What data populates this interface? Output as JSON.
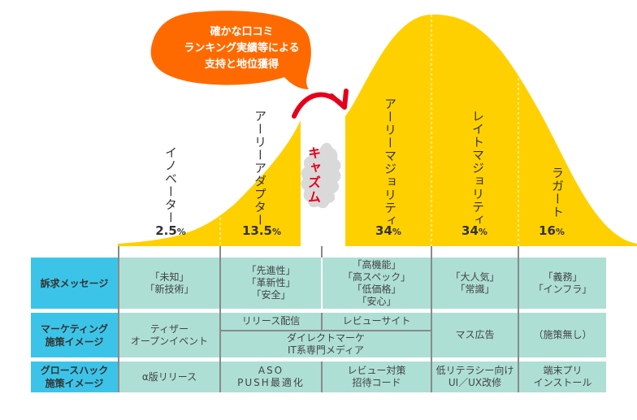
{
  "bubble": {
    "lines": [
      "確かな口コミ",
      "ランキング実績等による",
      "支持と地位獲得"
    ]
  },
  "chasm_label": "キャズム",
  "segments": [
    {
      "name": "イノベーター",
      "percent": "2.5",
      "unit": "%"
    },
    {
      "name": "アーリーアダプター",
      "percent": "13.5",
      "unit": "%"
    },
    {
      "name": "アーリーマジョリティ",
      "percent": "34",
      "unit": "%"
    },
    {
      "name": "レイトマジョリティ",
      "percent": "34",
      "unit": "%"
    },
    {
      "name": "ラガート",
      "percent": "16",
      "unit": "%"
    }
  ],
  "colors": {
    "curve": "#ffd000",
    "bubble": "#ff6a00",
    "arrow": "#e5001b",
    "header": "#3cc4e8",
    "cell": "#addfd5",
    "chasm_bg": "#d9d9d9"
  },
  "table": {
    "rows": [
      {
        "header": [
          "訴求メッセージ"
        ],
        "cells": [
          [
            "「未知」",
            "「新技術」"
          ],
          [
            "「先進性」",
            "「革新性」",
            "「安全」"
          ],
          [
            "「高機能」",
            "「高スペック」",
            "「低価格」",
            "「安心」"
          ],
          [
            "「大人気」",
            "「常識」"
          ],
          [
            "「義務」",
            "「インフラ」"
          ]
        ]
      },
      {
        "header": [
          "マーケティング",
          "施策イメージ"
        ],
        "cells": {
          "innovator": [
            "ティザー",
            "オープンイベント"
          ],
          "release": "リリース配信",
          "review_site": "レビューサイト",
          "direct": [
            "ダイレクトマーケ",
            "IT系専門メディア"
          ],
          "mass": "マス広告",
          "laggard": "（施策無し）"
        }
      },
      {
        "header": [
          "グロースハック",
          "施策イメージ"
        ],
        "cells": [
          [
            "α版リリース"
          ],
          [
            "ASO",
            "PUSH最適化"
          ],
          [
            "レビュー対策",
            "招待コード"
          ],
          [
            "低リテラシー向け",
            "UI／UX改修"
          ],
          [
            "端末プリ",
            "インストール"
          ]
        ]
      }
    ]
  }
}
